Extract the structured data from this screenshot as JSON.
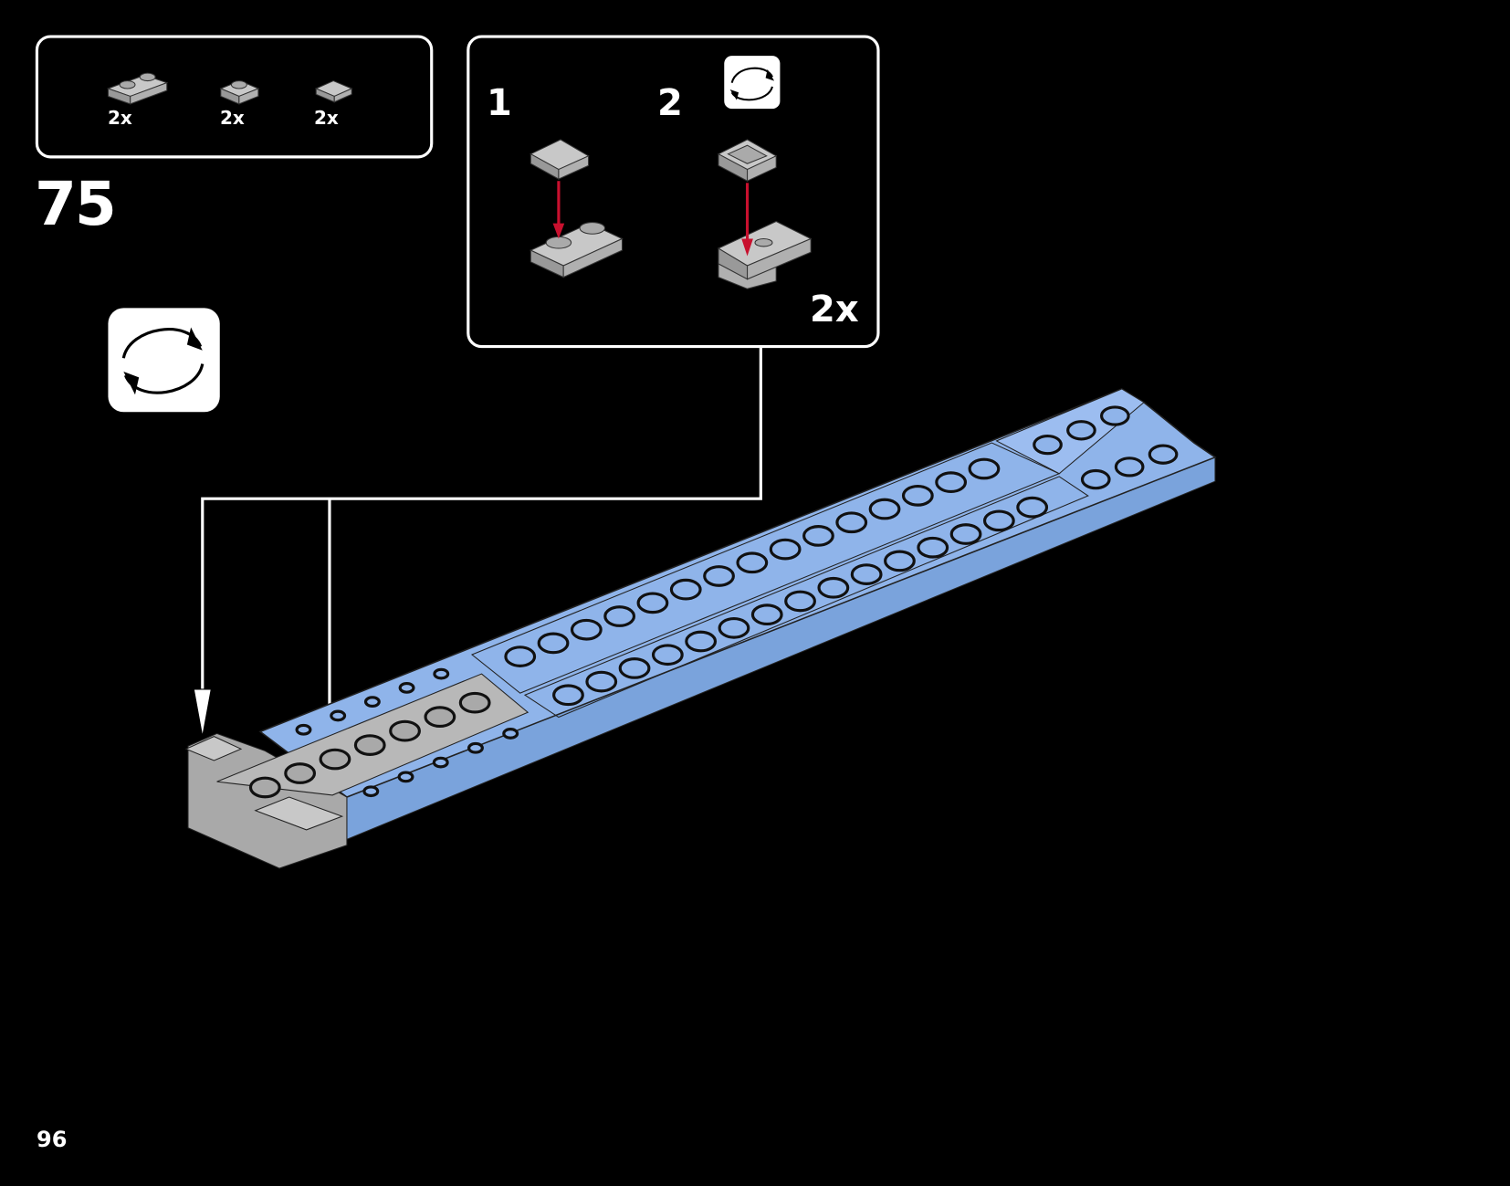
{
  "parts_list": {
    "items": [
      {
        "part": "plate-1x2-light-gray",
        "count": "2x"
      },
      {
        "part": "plate-1x1-light-gray",
        "count": "2x"
      },
      {
        "part": "tile-1x1-light-gray",
        "count": "2x"
      }
    ]
  },
  "step_number": "75",
  "rotate_icon": "rotate-model-icon",
  "callout": {
    "steps": [
      "1",
      "2"
    ],
    "multiplier": "2x",
    "rotate_icon": "rotate-model-icon"
  },
  "page_number": "96",
  "colors": {
    "model_blue": "#8fb4ea",
    "part_gray": "#a9a9a9",
    "arrow_red": "#c8102e"
  }
}
